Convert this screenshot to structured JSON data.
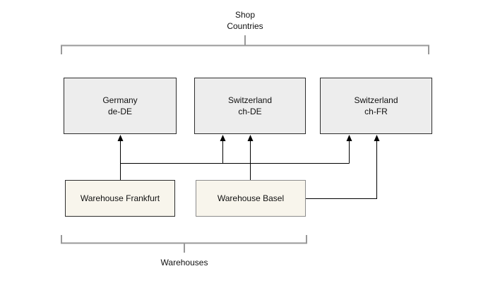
{
  "groups": {
    "shop_countries_label": "Shop\nCountries",
    "warehouses_label": "Warehouses"
  },
  "countries": [
    {
      "name": "Germany",
      "locale": "de-DE"
    },
    {
      "name": "Switzerland",
      "locale": "ch-DE"
    },
    {
      "name": "Switzerland",
      "locale": "ch-FR"
    }
  ],
  "warehouses": [
    {
      "name": "Warehouse Frankfurt"
    },
    {
      "name": "Warehouse Basel"
    }
  ],
  "edges": [
    {
      "from": "Warehouse Frankfurt",
      "to": "Germany de-DE"
    },
    {
      "from": "Warehouse Frankfurt",
      "to": "Switzerland ch-DE"
    },
    {
      "from": "Warehouse Frankfurt",
      "to": "Switzerland ch-FR"
    },
    {
      "from": "Warehouse Basel",
      "to": "Switzerland ch-DE"
    },
    {
      "from": "Warehouse Basel",
      "to": "Switzerland ch-FR"
    }
  ],
  "colors": {
    "country_fill": "#ededed",
    "country_border": "#2d2d2d",
    "warehouse_fill": "#f8f5ec",
    "warehouse_border": "#2d2d2d",
    "warehouse_basel_border": "#8c8c8c",
    "bracket": "#999999",
    "connector": "#000000",
    "text": "#111111",
    "background": "#ffffff"
  }
}
